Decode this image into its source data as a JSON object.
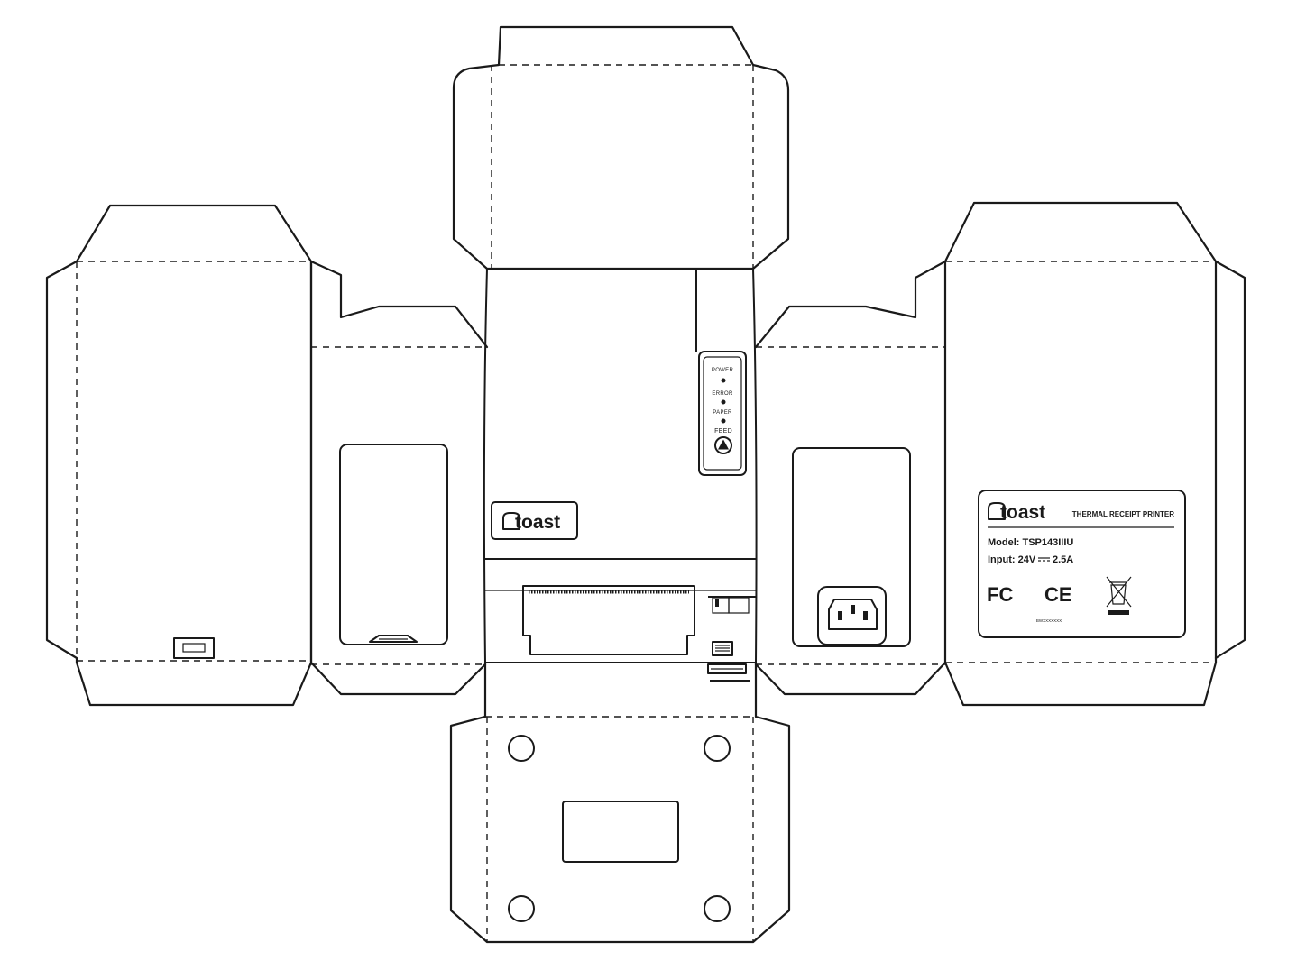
{
  "front_panel": {
    "logo_text": "toast",
    "indicators": [
      {
        "label": "POWER"
      },
      {
        "label": "ERROR"
      },
      {
        "label": "PAPER"
      }
    ],
    "feed_label": "FEED"
  },
  "rating_label": {
    "logo_text": "toast",
    "title": "THERMAL RECEIPT PRINTER",
    "model": "Model: TSP143IIIU",
    "input_prefix": "Input: 24V",
    "input_suffix": "2.5A",
    "certifications": [
      "FC",
      "CE"
    ],
    "serial": "BWXXXXXXX",
    "weee_icon": "crossed-bin-icon",
    "fcc_icon": "fcc-mark-icon",
    "ce_icon": "ce-mark-icon"
  },
  "icons": {
    "toast_logo": "toast-logo-icon",
    "feed_button": "feed-triangle-icon",
    "power_socket": "power-socket-icon",
    "usb_port": "usb-port-icon",
    "ethernet_port": "ethernet-port-icon"
  }
}
